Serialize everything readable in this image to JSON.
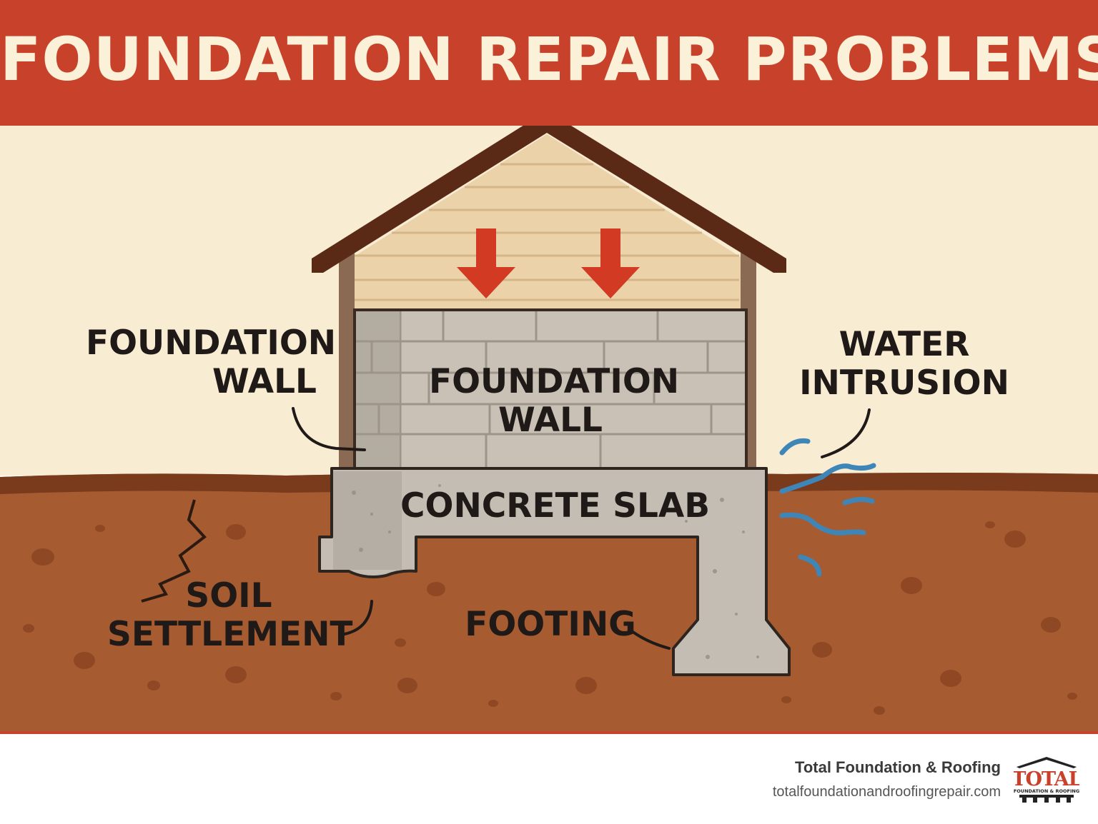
{
  "title": "FOUNDATION REPAIR PROBLEMS",
  "labels": {
    "foundation_wall_left": [
      "FOUNDATION",
      "WALL"
    ],
    "foundation_wall_center": [
      "FOUNDATION",
      "WALL"
    ],
    "water_intrusion": [
      "WATER",
      "INTRUSION"
    ],
    "concrete_slab": "CONCRETE SLAB",
    "soil_settlement": [
      "SOIL",
      "SETTLEMENT"
    ],
    "footing": "FOOTING"
  },
  "footer": {
    "company": "Total Foundation & Roofing",
    "website": "totalfoundationandroofingrepair.com"
  },
  "logo": {
    "word": "TOTAL",
    "tagline": "FOUNDATION & ROOFING"
  },
  "icons": [
    "load-arrow-icon",
    "water-wave-icon",
    "soil-crack-icon",
    "logo-roof-icon"
  ],
  "colors": {
    "banner": "#c8412a",
    "banner_text": "#fbf0d8",
    "sky": "#f8ecd3",
    "soil": "#a65b31",
    "ground_line": "#7a3a1c",
    "roof": "#5b2a17",
    "siding": "#ecd2a8",
    "foundation_blocks": "#c9c1b5",
    "concrete": "#c3bdb3",
    "arrows": "#d23a24",
    "water": "#3f86b8",
    "label_text": "#1f1a17"
  }
}
